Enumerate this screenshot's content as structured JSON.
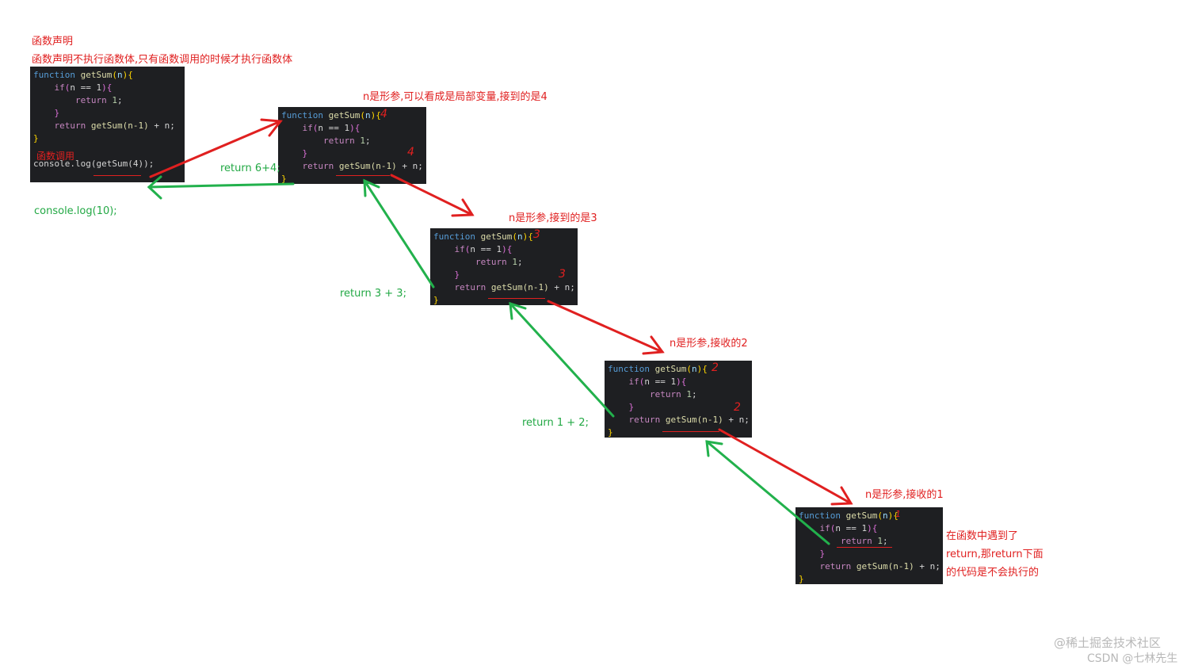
{
  "notes": {
    "decl_title": "函数声明",
    "decl_desc": "函数声明不执行函数体,只有函数调用的时候才执行函数体",
    "call_label": "函数调用",
    "block1_note": "n是形参,可以看成是局部变量,接到的是4",
    "block2_note": "n是形参,接到的是3",
    "block3_note": "n是形参,接收的2",
    "block4_note": "n是形参,接收的1",
    "return_note_1": "在函数中遇到了",
    "return_note_2": "return,那return下面",
    "return_note_3": "的代码是不会执行的"
  },
  "returns": {
    "r1": "return 6+4;",
    "r2": "return 3 + 3;",
    "r3": "return 1 + 2;",
    "console_out": "console.log(10);"
  },
  "code": {
    "function_kw": "function",
    "fn_name": "getSum",
    "param": "n",
    "if_kw": "if",
    "cond": "n == 1",
    "return_kw": "return",
    "one": "1",
    "recursive_call": "getSum(n-1)",
    "plus_n": " + n;",
    "console_log": "console.log(getSum(4));"
  },
  "handwritten": {
    "b1_a": "4",
    "b1_b": "4",
    "b2_a": "3",
    "b2_b": "3",
    "b3_a": "2",
    "b3_b": "2",
    "b4_a": "1"
  },
  "watermark": {
    "line1": "@稀土掘金技术社区",
    "line2": "CSDN @七林先生"
  },
  "colors": {
    "call_arrow": "#e02020",
    "return_arrow": "#22b14c",
    "code_bg": "#1e1f22"
  }
}
